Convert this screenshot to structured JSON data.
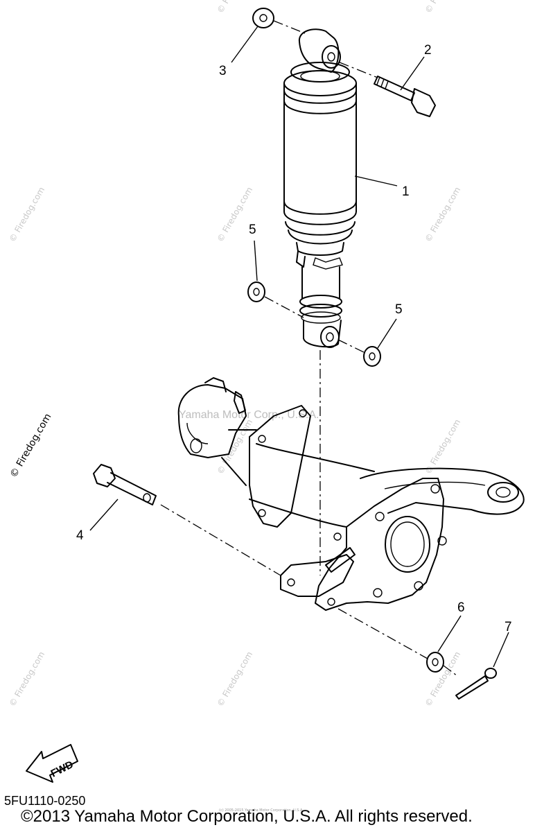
{
  "callouts": [
    "1",
    "2",
    "3",
    "4",
    "5",
    "5",
    "6",
    "7"
  ],
  "fwd_label": "FWD",
  "watermark_text": "© Firedog.com",
  "center_watermark": "Yamaha Motor Corp., U.S.A.",
  "tiny_notice": "(c) 2005-2015 Yamaha Motor Corporation, U.S.A.",
  "part_code": "5FU1110-0250",
  "copyright": "©2013 Yamaha Motor Corporation, U.S.A. All rights reserved."
}
